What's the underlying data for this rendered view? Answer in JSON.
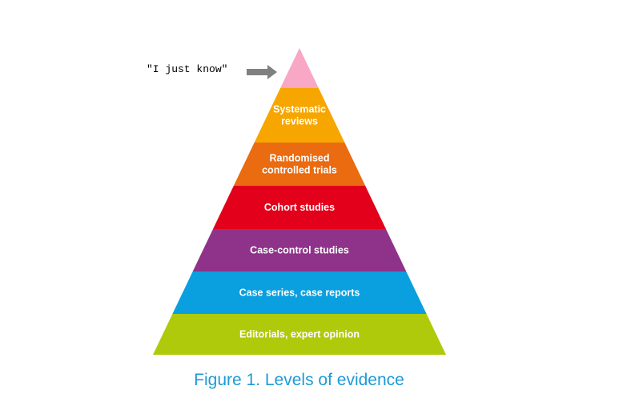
{
  "annotation": {
    "text": "\"I just know\"",
    "icon": "right-arrow-icon",
    "arrow_color": "#808080"
  },
  "pyramid": {
    "tiers": [
      {
        "label_lines": [],
        "color": "#f8a7c4"
      },
      {
        "label_lines": [
          "Systematic",
          "reviews"
        ],
        "color": "#f7a600"
      },
      {
        "label_lines": [
          "Randomised",
          "controlled trials"
        ],
        "color": "#ea6b10"
      },
      {
        "label_lines": [
          "Cohort studies"
        ],
        "color": "#e2001a"
      },
      {
        "label_lines": [
          "Case-control studies"
        ],
        "color": "#8e3389"
      },
      {
        "label_lines": [
          "Case series, case reports"
        ],
        "color": "#0a9fdf"
      },
      {
        "label_lines": [
          "Editorials, expert opinion"
        ],
        "color": "#afca0b"
      }
    ]
  },
  "caption": {
    "text": "Figure 1. Levels of evidence",
    "color": "#1d9ad6"
  }
}
